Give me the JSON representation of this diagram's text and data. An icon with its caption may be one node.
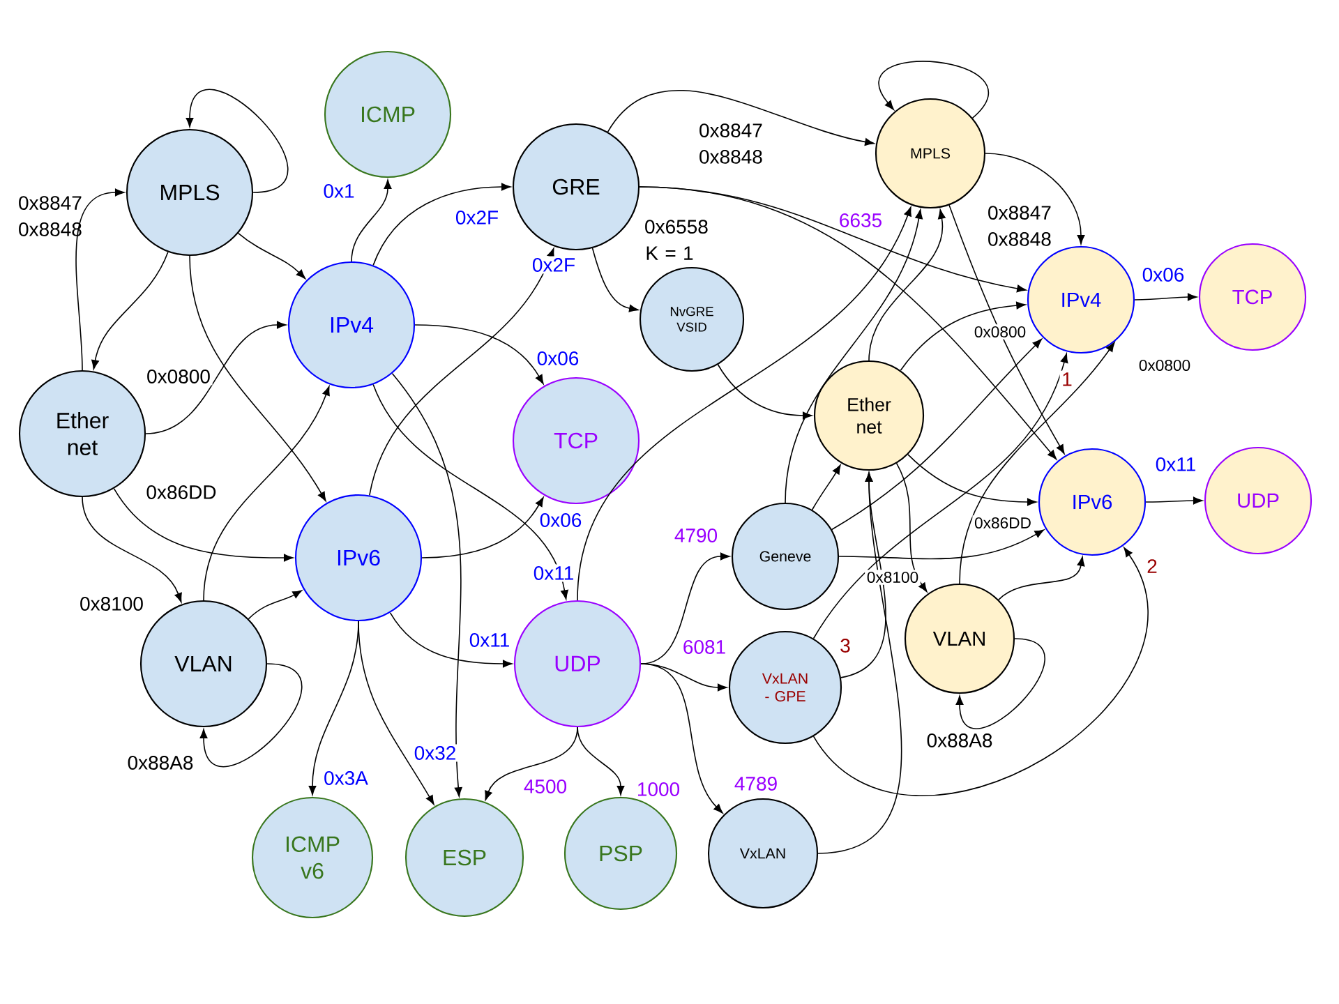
{
  "diagram": {
    "nodes": [
      {
        "text": [
          "MPLS"
        ]
      },
      {
        "text": [
          "ICMP"
        ]
      },
      {
        "text": [
          "GRE"
        ]
      },
      {
        "text": [
          "Ether net"
        ]
      },
      {
        "text": [
          "IPv4"
        ]
      },
      {
        "text": [
          "TCP"
        ]
      },
      {
        "text": [
          "IPv6"
        ]
      },
      {
        "text": [
          "VLAN"
        ]
      },
      {
        "text": [
          "NvGRE VSID"
        ]
      },
      {
        "text": [
          "UDP"
        ]
      },
      {
        "text": [
          "ICMP v6"
        ]
      },
      {
        "text": [
          "ESP"
        ]
      },
      {
        "text": [
          "PSP"
        ]
      },
      {
        "text": [
          "Geneve"
        ]
      },
      {
        "text": [
          "VxLAN - GPE"
        ]
      },
      {
        "text": [
          "VxLAN"
        ]
      },
      {
        "text": [
          "MPLS"
        ]
      },
      {
        "text": [
          "Ether net"
        ]
      },
      {
        "text": [
          "IPv4"
        ]
      },
      {
        "text": [
          "TCP"
        ]
      },
      {
        "text": [
          "IPv6"
        ]
      },
      {
        "text": [
          "UDP"
        ]
      },
      {
        "text": [
          "VLAN"
        ]
      }
    ],
    "edges": [
      {
        "from": 0,
        "to": 0,
        "arrow": "to"
      },
      {
        "from": 3,
        "to": 0,
        "arrow": "to",
        "label": "0x8847 0x8848"
      },
      {
        "from": 0,
        "to": 3,
        "arrow": "to"
      },
      {
        "from": 0,
        "to": 4,
        "arrow": "to"
      },
      {
        "from": 0,
        "to": 6,
        "arrow": "to"
      },
      {
        "from": 3,
        "to": 4,
        "arrow": "to",
        "label": "0x0800"
      },
      {
        "from": 3,
        "to": 6,
        "arrow": "to",
        "label": "0x86DD"
      },
      {
        "from": 3,
        "to": 7,
        "arrow": "to",
        "label": "0x8100"
      },
      {
        "from": 7,
        "to": 7,
        "arrow": "to",
        "label": "0x88A8"
      },
      {
        "from": 7,
        "to": 4,
        "arrow": "to"
      },
      {
        "from": 7,
        "to": 6,
        "arrow": "to"
      },
      {
        "from": 4,
        "to": 1,
        "arrow": "to",
        "label": "0x1"
      },
      {
        "from": 4,
        "to": 2,
        "arrow": "to",
        "label": "0x2F"
      },
      {
        "from": 4,
        "to": 5,
        "arrow": "to",
        "label": "0x06"
      },
      {
        "from": 4,
        "to": 9,
        "arrow": "to",
        "label": "0x11"
      },
      {
        "from": 4,
        "to": 11,
        "arrow": "to"
      },
      {
        "from": 6,
        "to": 2,
        "arrow": "to",
        "label": "0x2F"
      },
      {
        "from": 6,
        "to": 5,
        "arrow": "to",
        "label": "0x06"
      },
      {
        "from": 6,
        "to": 9,
        "arrow": "to",
        "label": "0x11"
      },
      {
        "from": 6,
        "to": 10,
        "arrow": "to",
        "label": "0x3A"
      },
      {
        "from": 6,
        "to": 11,
        "arrow": "to",
        "label": "0x32"
      },
      {
        "from": 2,
        "to": 16,
        "arrow": "to",
        "label": "0x8847 0x8848"
      },
      {
        "from": 2,
        "to": 8,
        "arrow": "to",
        "label": "0x6558 K = 1"
      },
      {
        "from": 2,
        "to": 18,
        "arrow": "to"
      },
      {
        "from": 2,
        "to": 20,
        "arrow": "to"
      },
      {
        "from": 8,
        "to": 17,
        "arrow": "to"
      },
      {
        "from": 9,
        "to": 11,
        "arrow": "to",
        "label": "4500"
      },
      {
        "from": 9,
        "to": 12,
        "arrow": "to",
        "label": "1000"
      },
      {
        "from": 9,
        "to": 13,
        "arrow": "to",
        "label": "4790"
      },
      {
        "from": 9,
        "to": 14,
        "arrow": "to",
        "label": "6081"
      },
      {
        "from": 9,
        "to": 15,
        "arrow": "to",
        "label": "4789"
      },
      {
        "from": 9,
        "to": 16,
        "arrow": "to",
        "label": "6635"
      },
      {
        "from": 16,
        "to": 16,
        "arrow": "to"
      },
      {
        "from": 16,
        "to": 18,
        "arrow": "to"
      },
      {
        "from": 17,
        "to": 16,
        "arrow": "to",
        "label": "0x8847 0x8848"
      },
      {
        "from": 16,
        "to": 20,
        "arrow": "to"
      },
      {
        "from": 17,
        "to": 18,
        "arrow": "to",
        "label": "0x0800"
      },
      {
        "from": 17,
        "to": 20,
        "arrow": "to",
        "label": "0x86DD"
      },
      {
        "from": 17,
        "to": 22,
        "arrow": "to",
        "label": "0x8100"
      },
      {
        "from": 22,
        "to": 22,
        "arrow": "to",
        "label": "0x88A8"
      },
      {
        "from": 22,
        "to": 18,
        "arrow": "to",
        "label": "0x0800"
      },
      {
        "from": 22,
        "to": 20,
        "arrow": "to"
      },
      {
        "from": 18,
        "to": 19,
        "arrow": "to",
        "label": "0x06"
      },
      {
        "from": 20,
        "to": 21,
        "arrow": "to",
        "label": "0x11"
      },
      {
        "from": 13,
        "to": 16,
        "arrow": "to"
      },
      {
        "from": 13,
        "to": 17,
        "arrow": "to"
      },
      {
        "from": 13,
        "to": 18,
        "arrow": "to"
      },
      {
        "from": 13,
        "to": 20,
        "arrow": "to"
      },
      {
        "from": 14,
        "to": 18,
        "arrow": "to",
        "label": "1"
      },
      {
        "from": 14,
        "to": 20,
        "arrow": "to",
        "label": "2"
      },
      {
        "from": 14,
        "to": 17,
        "arrow": "to",
        "label": "3"
      },
      {
        "from": 15,
        "to": 17,
        "arrow": "to"
      }
    ]
  }
}
